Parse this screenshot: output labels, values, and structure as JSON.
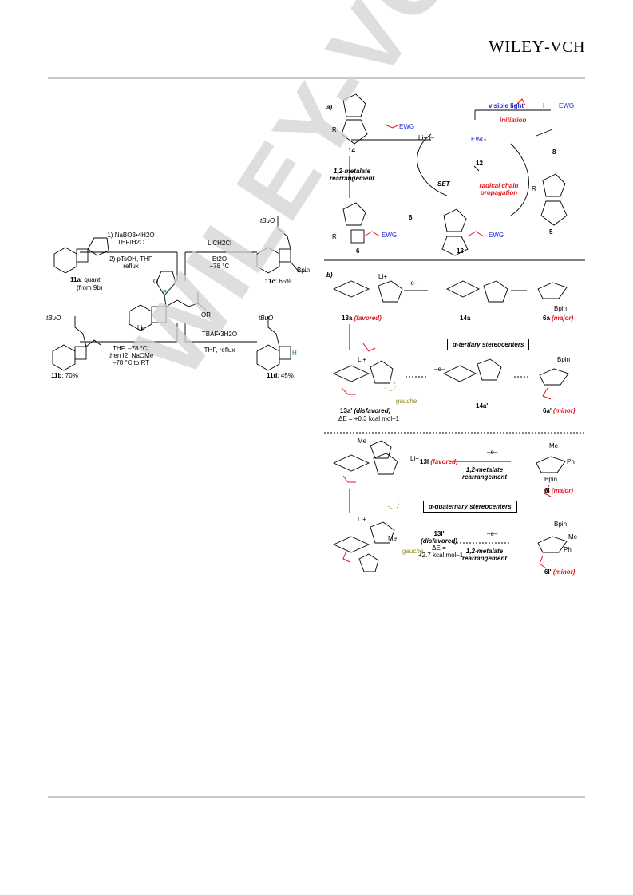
{
  "header": {
    "brand_main": "WILEY",
    "brand_suffix": "-VCH"
  },
  "left_scheme": {
    "center_compound": "9",
    "center_substituent": "OR",
    "boron": "B",
    "oxygen": "O",
    "products": {
      "p11a_label": "11a",
      "p11a_yield": ": quant.",
      "p11a_note": "(from 9b)",
      "p11c_label": "11c",
      "p11c_yield": ": 65%",
      "p11b_label": "11b",
      "p11b_yield": ": 70%",
      "p11d_label": "11d",
      "p11d_yield": ": 45%",
      "tbuo": "tBuO",
      "bpin": "Bpin",
      "li": "Li",
      "h": "H"
    },
    "conditions": {
      "to_11a": [
        "1) NaBO3•4H2O",
        "THF/H2O",
        "2) pTsOH, THF",
        "reflux"
      ],
      "to_11c": [
        "LiCH2Cl",
        "Et2O",
        "–78 °C"
      ],
      "to_11b": [
        "THF, –78 °C;",
        "then I2, NaOMe",
        "–78 °C to RT"
      ],
      "to_11d": [
        "TBAF•3H2O",
        "THF, reflux"
      ]
    }
  },
  "scheme_a": {
    "panel_label": "a)",
    "visible_light": "visible light",
    "initiation": "initiation",
    "radical_chain": "radical chain",
    "propagation": "propagation",
    "set": "SET",
    "rearrangement": [
      "1,2-metalate",
      "rearrangement"
    ],
    "li_i": "Li+ I–",
    "compounds": [
      "14",
      "12",
      "8",
      "5",
      "6",
      "13",
      "8"
    ],
    "ewg": "EWG",
    "r": "R"
  },
  "scheme_b": {
    "panel_label": "b)",
    "electron": "–e–",
    "c13a": "13a",
    "c13a_note": "(favored)",
    "c14a": "14a",
    "c6a": "6a",
    "c6a_note": "(major)",
    "tertiary_box": "α-tertiary stereocenters",
    "c13a_prime": "13a'",
    "c13a_prime_note": "(disfavored)",
    "c13a_prime_energy": "ΔE = +0.3 kcal mol–1",
    "c14a_prime": "14a'",
    "c6a_prime": "6a'",
    "c6a_prime_note": "(minor)",
    "gauche": "gauche",
    "c13l": "13l",
    "c13l_note": "(favored)",
    "c6l": "6l",
    "c6l_note": "(major)",
    "quaternary_box": "α-quaternary stereocenters",
    "c13l_prime": "13l'",
    "c13l_prime_note": "(disfavored)",
    "c13l_prime_energy": [
      "ΔE =",
      "+2.7 kcal mol–1"
    ],
    "c6l_prime": "6l'",
    "c6l_prime_note": "(minor)",
    "rearrangement": [
      "1,2-metalate",
      "rearrangement"
    ],
    "me": "Me",
    "ph": "Ph",
    "bpin": "Bpin",
    "li_plus": "Li+"
  },
  "watermark": "WILEY-VCH",
  "colors": {
    "rule": "#c8c8c8",
    "red_text": "#e8131b",
    "blue_text": "#1a2bd6",
    "teal_text": "#1a7f7f",
    "watermark": "#d4d4d4"
  }
}
